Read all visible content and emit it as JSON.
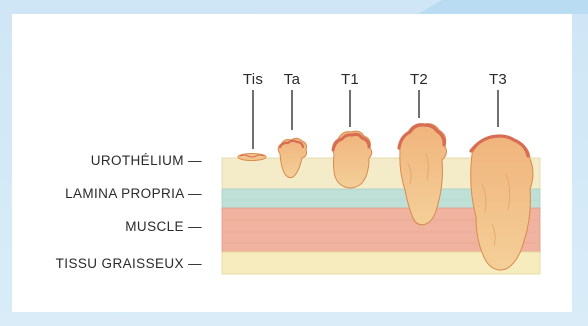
{
  "stages": [
    {
      "id": "tis",
      "label": "Tis"
    },
    {
      "id": "ta",
      "label": "Ta"
    },
    {
      "id": "t1",
      "label": "T1"
    },
    {
      "id": "t2",
      "label": "T2"
    },
    {
      "id": "t3",
      "label": "T3"
    }
  ],
  "layers": [
    {
      "id": "urothelium",
      "label": "UROTHÉLIUM —",
      "color": "#f4ecc8"
    },
    {
      "id": "lamina",
      "label": "LAMINA PROPRIA —",
      "color": "#bfe0d6"
    },
    {
      "id": "muscle",
      "label": "MUSCLE —",
      "color": "#f0b3a0"
    },
    {
      "id": "fat",
      "label": "TISSU GRAISSEUX —",
      "color": "#f6ecbd"
    }
  ],
  "colors": {
    "background": "#d9ecf8",
    "tumor_fill": "#f2c58c",
    "tumor_edge": "#d98a4e",
    "tumor_crust": "#d86d55"
  }
}
